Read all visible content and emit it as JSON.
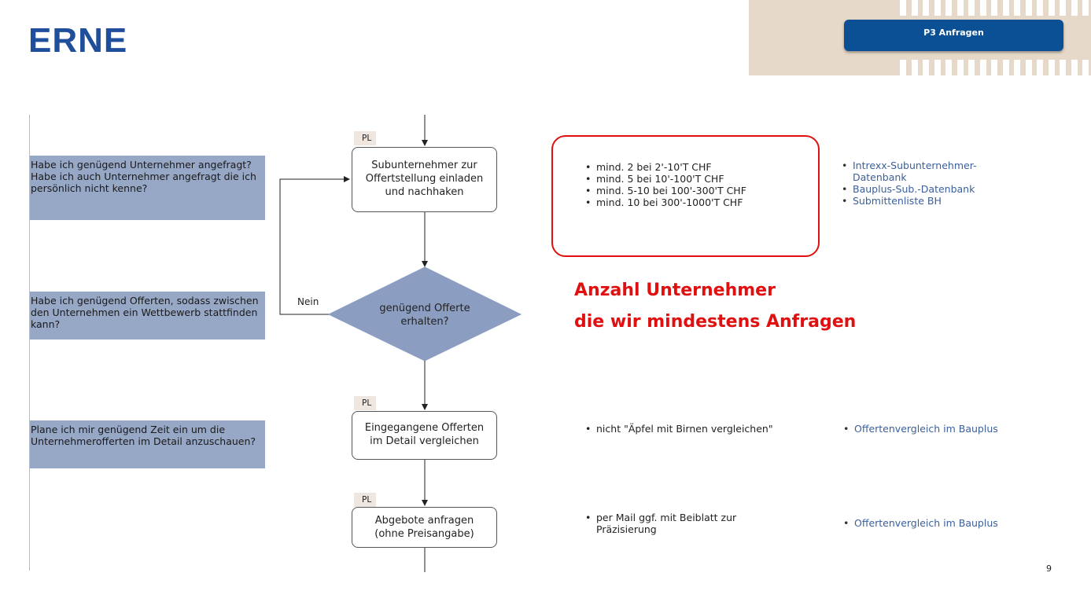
{
  "header": {
    "logo": "ERNE",
    "badge": "P3 Anfragen"
  },
  "questions": [
    "Habe ich genügend Unternehmer angefragt?\nHabe ich auch Unternehmer angefragt die ich persönlich nicht kenne?",
    "Habe ich genügend Offerten, sodass zwischen den Unternehmen ein Wettbewerb stattfinden kann?",
    "Plane ich mir genügend Zeit ein um die Unternehmerofferten im Detail anzuschauen?"
  ],
  "flow": {
    "role_tags": [
      "PL",
      "PL",
      "PL"
    ],
    "steps": [
      "Subunternehmer zur Offertstellung einladen und nachhaken",
      "Eingegangene Offerten im Detail vergleichen",
      "Abgebote anfragen (ohne Preisangabe)"
    ],
    "decision": "genügend Offerte erhalten?",
    "no_label": "Nein"
  },
  "rules": [
    "mind. 2 bei 2'-10'T CHF",
    "mind. 5 bei 10'-100'T CHF",
    "mind. 5-10 bei 100'-300'T CHF",
    "mind. 10 bei 300'-1000'T CHF"
  ],
  "resources_1": [
    "Intrexx-Subunternehmer-Datenbank",
    "Bauplus-Sub.-Datenbank",
    "Submittenliste BH"
  ],
  "highlight": {
    "line1": "Anzahl Unternehmer",
    "line2": "die wir mindestens Anfragen"
  },
  "notes": {
    "step2": "nicht \"Äpfel mit Birnen vergleichen\"",
    "step3": "per Mail ggf. mit Beiblatt zur Präzisierung"
  },
  "resources_2": [
    "Offertenvergleich im Bauplus"
  ],
  "resources_3": [
    "Offertenvergleich im Bauplus"
  ],
  "page_number": "9",
  "colors": {
    "brand_blue": "#1f4e9a",
    "badge_blue": "#0b4f95",
    "question_fill": "#97a7c6",
    "decision_fill": "#8b9ec2",
    "highlight_red": "#e01010",
    "link_blue": "#3a5f9c"
  }
}
